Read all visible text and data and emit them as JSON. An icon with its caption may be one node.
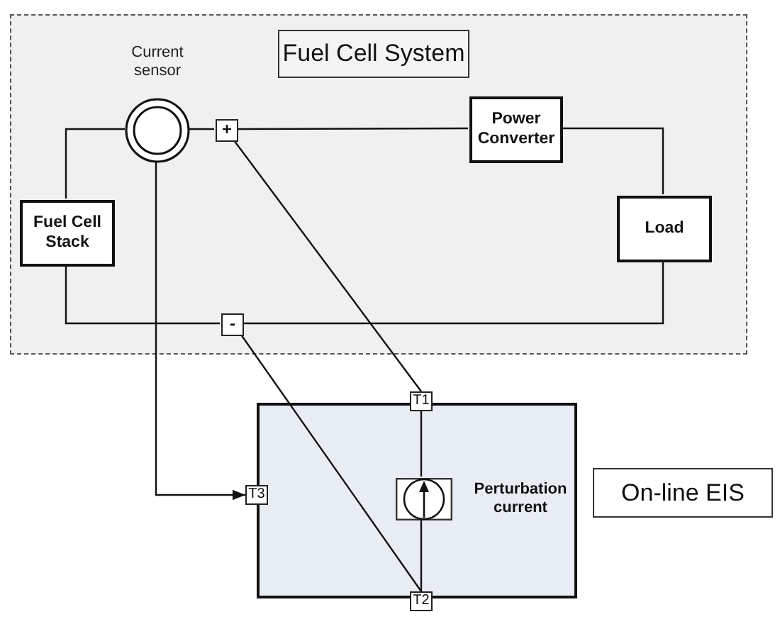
{
  "diagram": {
    "nodes": [
      {
        "text": [],
        "shape": "box"
      },
      {
        "text": [
          "Fuel Cell System"
        ],
        "in": 0
      },
      {
        "text": [
          "Current sensor"
        ],
        "in": 0
      },
      {
        "text": [
          "+"
        ],
        "in": 0
      },
      {
        "text": [
          "Power Converter"
        ],
        "in": 0
      },
      {
        "text": [
          "Fuel Cell Stack"
        ],
        "in": 0
      },
      {
        "text": [
          "Load"
        ],
        "in": 0
      },
      {
        "text": [
          "-"
        ],
        "in": 0
      },
      {
        "text": [],
        "shape": "box"
      },
      {
        "text": [
          "T1"
        ]
      },
      {
        "text": [
          "T3"
        ]
      },
      {
        "text": [],
        "shape": "box",
        "in": 8,
        "beside": [
          "Perturbation current"
        ]
      },
      {
        "text": [
          "T2"
        ]
      },
      {
        "text": [
          "On-line EIS"
        ]
      }
    ],
    "edges": [
      {
        "from": 5,
        "to": 2,
        "arrow": "none"
      },
      {
        "from": 2,
        "to": 3,
        "arrow": "none"
      },
      {
        "from": 3,
        "to": 4,
        "arrow": "none"
      },
      {
        "from": 4,
        "to": 6,
        "arrow": "none"
      },
      {
        "from": 6,
        "to": 7,
        "arrow": "none"
      },
      {
        "from": 7,
        "to": 5,
        "arrow": "none"
      },
      {
        "from": 3,
        "to": 9,
        "arrow": "none"
      },
      {
        "from": 7,
        "to": 12,
        "arrow": "none"
      },
      {
        "from": 2,
        "to": 10,
        "arrow": "to"
      },
      {
        "from": 12,
        "to": 11,
        "arrow": "none"
      },
      {
        "from": 11,
        "to": 9,
        "arrow": "none"
      }
    ]
  }
}
